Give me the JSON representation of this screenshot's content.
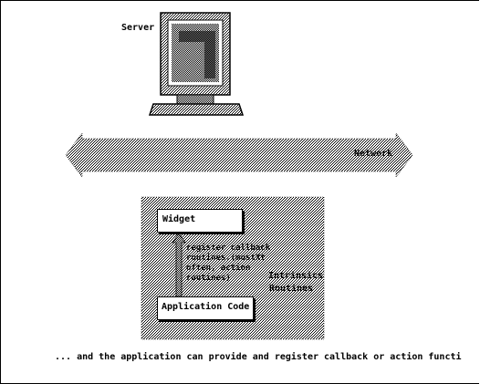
{
  "server": {
    "label": "Server"
  },
  "network": {
    "label": "Network"
  },
  "widget": {
    "label": "Widget"
  },
  "callback_note": {
    "lines": [
      "register callback",
      "routines.(mostXt",
      "often, action",
      "routines)"
    ]
  },
  "intrinsics": {
    "line1": "Intrinsics",
    "line2": "Routines"
  },
  "application_code": {
    "label": "Application Code"
  },
  "caption": "... and the application can provide and register callback or action functi",
  "icons": [
    "computer-monitor-icon",
    "network-double-arrow-icon",
    "up-arrow-icon"
  ],
  "colors": {
    "ink": "#000000",
    "paper": "#ffffff",
    "stipple": "#9a9a9a"
  }
}
